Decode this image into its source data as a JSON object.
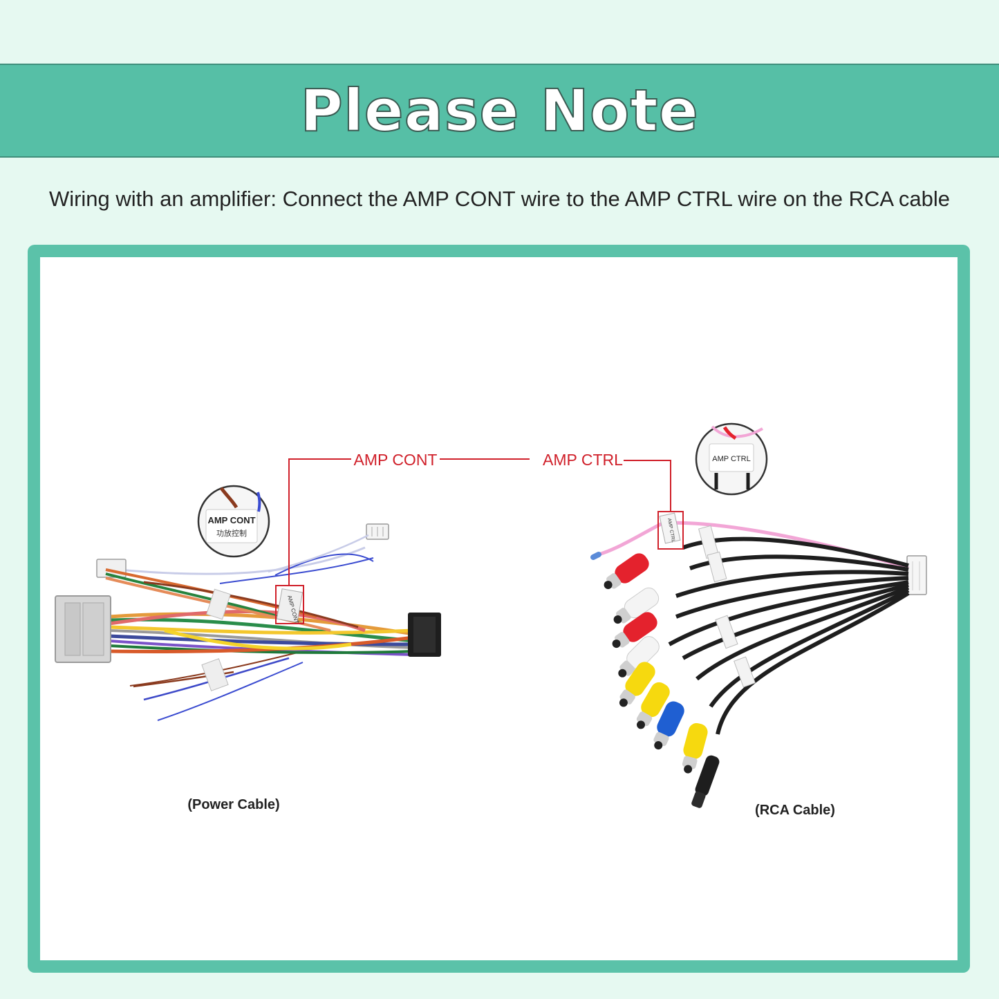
{
  "header": {
    "title": "Please Note"
  },
  "instruction": "Wiring with an amplifier: Connect the AMP CONT wire to the AMP CTRL wire on the RCA cable",
  "diagram": {
    "callout_left": "AMP CONT",
    "callout_right": "AMP CTRL",
    "zoom_left_line1": "AMP CONT",
    "zoom_left_line2": "功放控制",
    "zoom_right": "AMP CTRL",
    "tag_left": "AMP CONT",
    "tag_right": "AMP CTRL",
    "caption_left": "(Power Cable)",
    "caption_right": "(RCA Cable)",
    "colors": {
      "accent": "#56bfa6",
      "callout": "#d0202a",
      "rca_red": "#e4222d",
      "rca_yellow": "#f6d90f",
      "rca_blue": "#1f5fd2",
      "rca_white": "#f4f4f4"
    }
  }
}
